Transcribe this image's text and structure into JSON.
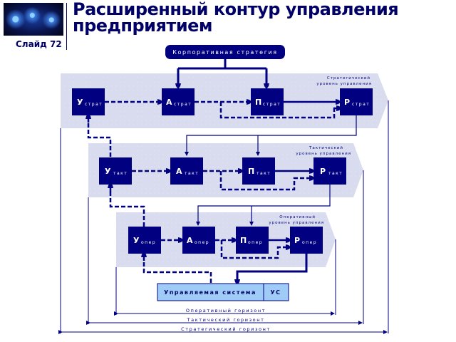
{
  "header": {
    "slide_label": "Слайд 72",
    "title": "Расширенный контур управления предприятием",
    "logo": "world-map-network-image"
  },
  "diagram": {
    "top_node": "Корпоративная стратегия",
    "levels": [
      {
        "id": "strategic",
        "label_line1": "Стратегический",
        "label_line2": "уровень управления",
        "subscript": "страт",
        "boxes": [
          "У",
          "А",
          "П",
          "Р"
        ]
      },
      {
        "id": "tactical",
        "label_line1": "Тактический",
        "label_line2": "уровень управления",
        "subscript": "такт",
        "boxes": [
          "У",
          "А",
          "П",
          "Р"
        ]
      },
      {
        "id": "operational",
        "label_line1": "Оперативный",
        "label_line2": "уровень управления",
        "subscript": "опер",
        "boxes": [
          "У",
          "А",
          "П",
          "Р"
        ]
      }
    ],
    "managed_system": {
      "label": "Управляемая система",
      "abbr": "УС"
    },
    "horizons": [
      "Оперативный горизонт",
      "Тактический горизонт",
      "Стратегический горизонт"
    ],
    "colors": {
      "box": "#000080",
      "band": "#d9dcee",
      "line": "#000080",
      "managed_system": "#9fcbf7"
    }
  }
}
